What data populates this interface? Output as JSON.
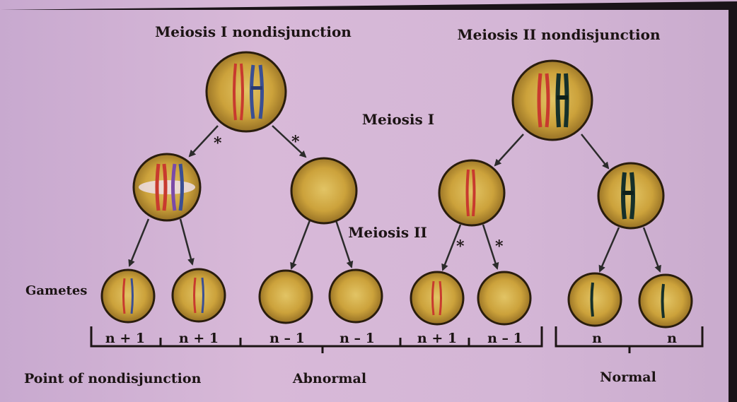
{
  "titles": {
    "meiosis1_nondisjunction": "Meiosis I nondisjunction",
    "meiosis2_nondisjunction": "Meiosis II nondisjunction"
  },
  "stage_labels": {
    "meiosis1": "Meiosis I",
    "meiosis2": "Meiosis II",
    "gametes": "Gametes"
  },
  "nondisjunction_marker": "*",
  "gamete_labels": [
    "n + 1",
    "n + 1",
    "n – 1",
    "n – 1",
    "n + 1",
    "n – 1",
    "n",
    "n"
  ],
  "group_labels": {
    "point_of_nondisjunction": "Point of nondisjunction",
    "abnormal": "Abnormal",
    "normal": "Normal"
  },
  "colors": {
    "chromosome_red": "#c83a2e",
    "chromosome_blue": "#3a4f93",
    "chromosome_purple": "#7a4aa8",
    "chromosome_dark": "#16302a",
    "cell_fill": "#c9a036",
    "cell_outline": "#2a1d0d",
    "background": "#d6b8d8"
  }
}
